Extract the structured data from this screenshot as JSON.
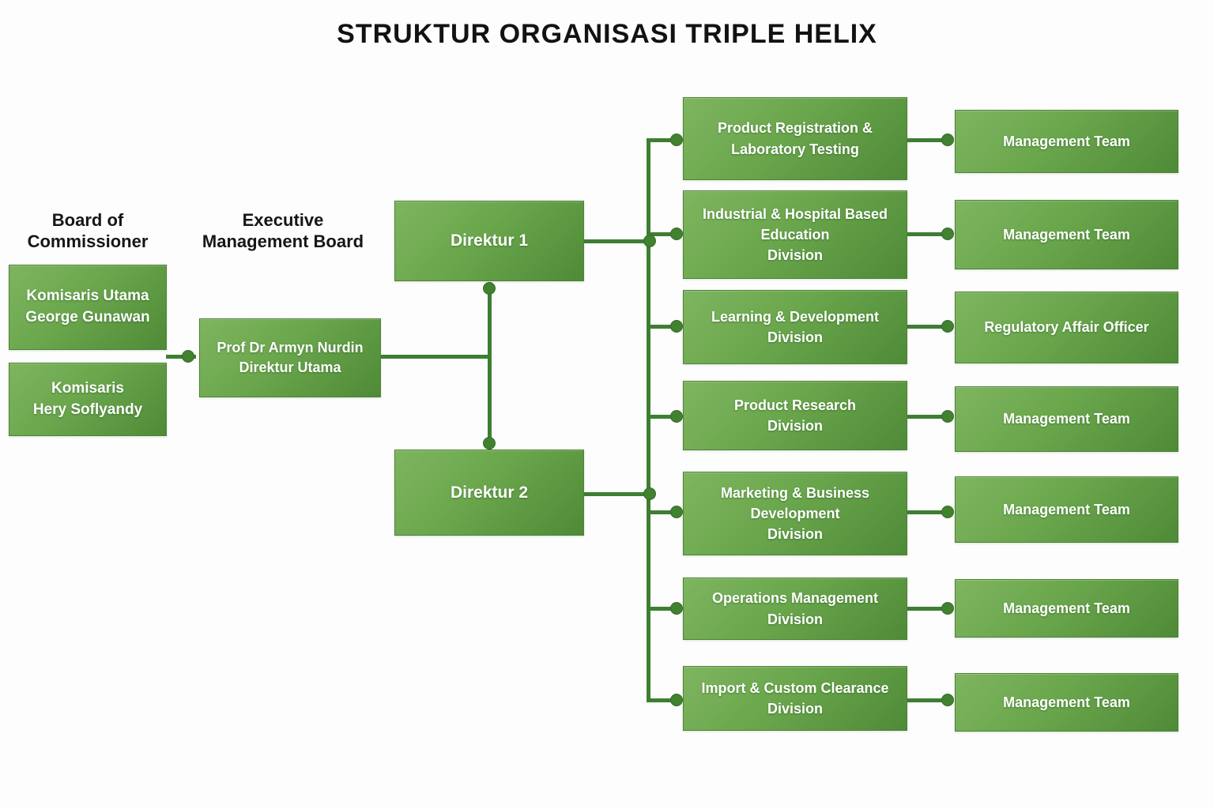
{
  "title": "STRUKTUR ORGANISASI TRIPLE HELIX",
  "board_of_commissioner": {
    "heading": "Board of\nCommissioner",
    "members": [
      "Komisaris Utama\nGeorge Gunawan",
      "Komisaris\nHery Soflyandy"
    ]
  },
  "executive_management_board": {
    "heading": "Executive\nManagement Board",
    "direktur_utama": "Prof Dr Armyn Nurdin\nDirektur Utama",
    "direktur_1": "Direktur 1",
    "direktur_2": "Direktur 2"
  },
  "divisions": [
    "Product Registration &\nLaboratory Testing",
    "Industrial & Hospital Based\nEducation\nDivision",
    "Learning & Development\nDivision",
    "Product Research\nDivision",
    "Marketing & Business\nDevelopment\nDivision",
    "Operations Management\nDivision",
    "Import & Custom Clearance\nDivision"
  ],
  "teams": [
    "Management Team",
    "Management Team",
    "Regulatory Affair Officer",
    "Management Team",
    "Management Team",
    "Management Team",
    "Management Team"
  ],
  "colors": {
    "box_gradient_light": "#7eb55f",
    "box_gradient_dark": "#4f8a37",
    "connector_green": "#3e7e33",
    "title_text": "#121212",
    "box_text": "#ffffff",
    "background": "#fdfdfd"
  }
}
